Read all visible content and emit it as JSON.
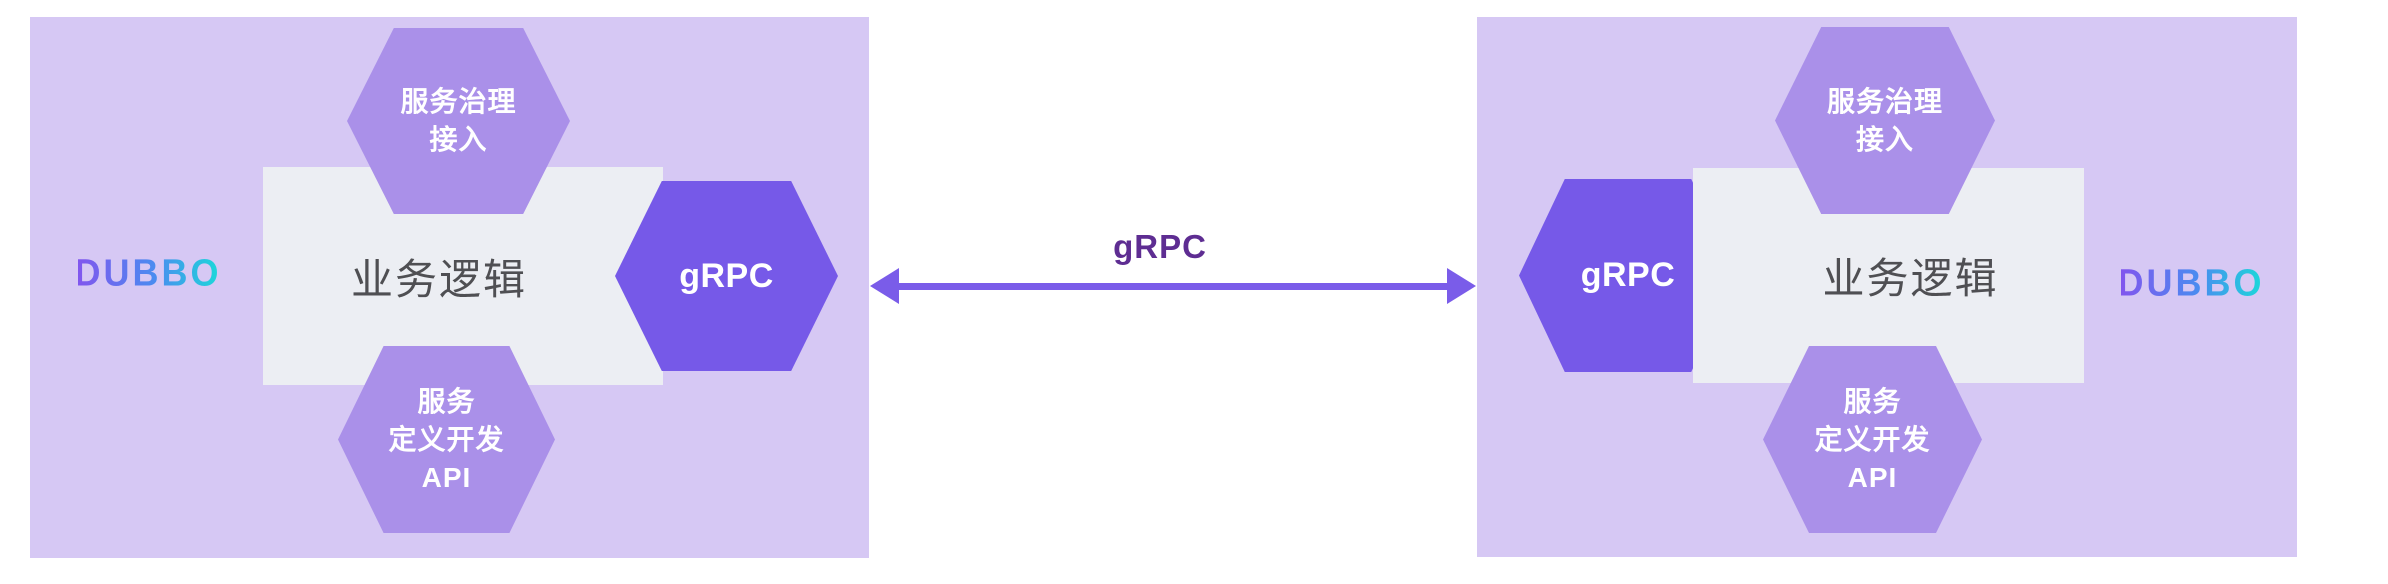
{
  "colors": {
    "box_bg": "#d6c8f4",
    "hex_light": "#aa90e9",
    "hex_dark": "#7659e8",
    "panel_bg": "#eceef3",
    "arrow": "#7a5ce9",
    "arrow_label": "#5e2d92",
    "logic_text": "#4f4f53",
    "hex_text": "#ffffff",
    "logo_gradient": [
      "#8156ee",
      "#4a8cf0",
      "#1dd6da"
    ]
  },
  "connection": {
    "label": "gRPC",
    "style": "double-headed-arrow"
  },
  "left": {
    "logo": "DUBBO",
    "governance_hexagon": "服务治理\n接入",
    "business_logic": "业务逻辑",
    "grpc_hexagon": "gRPC",
    "api_hexagon": "服务\n定义开发\nAPI"
  },
  "right": {
    "logo": "DUBBO",
    "governance_hexagon": "服务治理\n接入",
    "business_logic": "业务逻辑",
    "grpc_hexagon": "gRPC",
    "api_hexagon": "服务\n定义开发\nAPI"
  }
}
